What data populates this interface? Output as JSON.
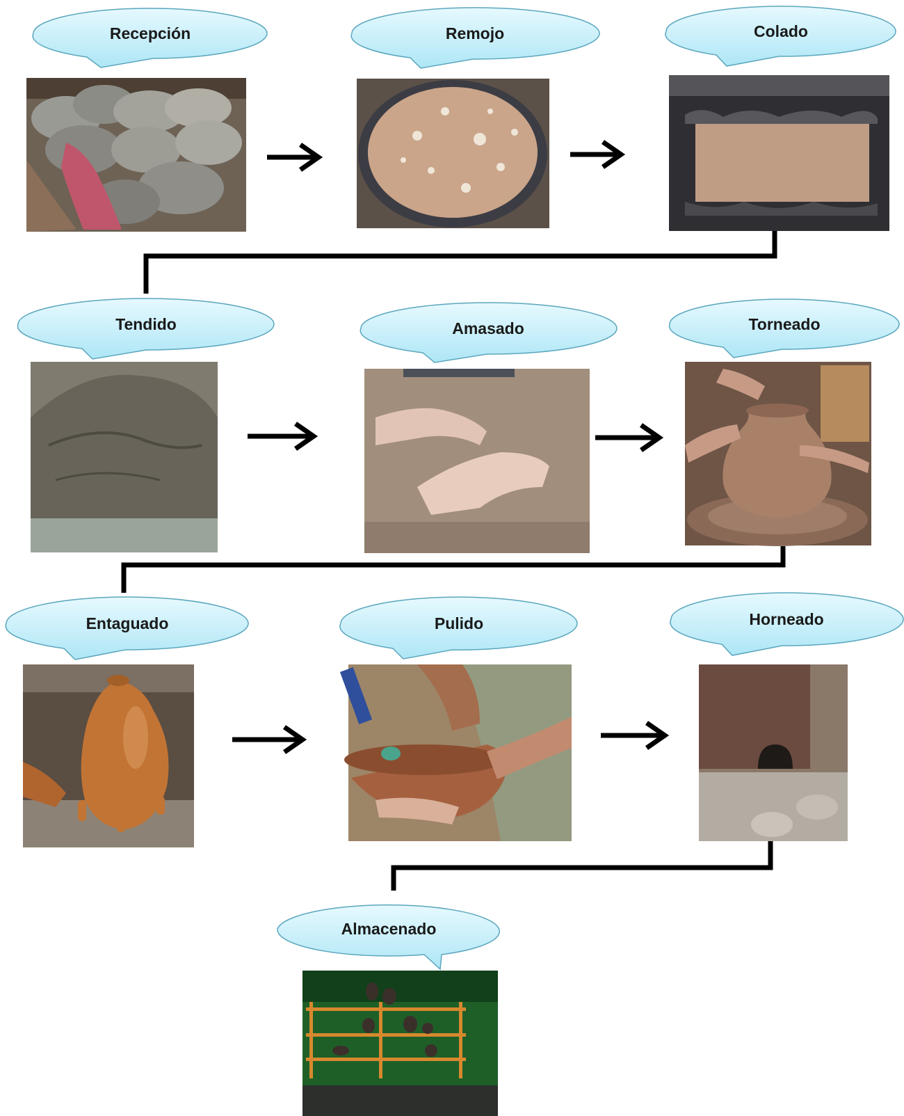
{
  "steps": [
    {
      "label": "Recepción",
      "photo": "sacks-of-clay-photo"
    },
    {
      "label": "Remojo",
      "photo": "clay-soaking-basin-photo"
    },
    {
      "label": "Colado",
      "photo": "clay-straining-tank-photo"
    },
    {
      "label": "Tendido",
      "photo": "clay-spread-on-cloth-photo"
    },
    {
      "label": "Amasado",
      "photo": "hands-kneading-clay-photo"
    },
    {
      "label": "Torneado",
      "photo": "pot-on-potters-wheel-photo"
    },
    {
      "label": "Entaguado",
      "photo": "slip-coated-vessel-photo"
    },
    {
      "label": "Pulido",
      "photo": "polishing-bowl-photo"
    },
    {
      "label": "Horneado",
      "photo": "brick-kiln-photo"
    },
    {
      "label": "Almacenado",
      "photo": "storage-shelves-photo"
    }
  ],
  "colors": {
    "bubble_fill": "#c9f0fb",
    "bubble_stroke": "#5aa6bd",
    "connector": "#000000"
  }
}
